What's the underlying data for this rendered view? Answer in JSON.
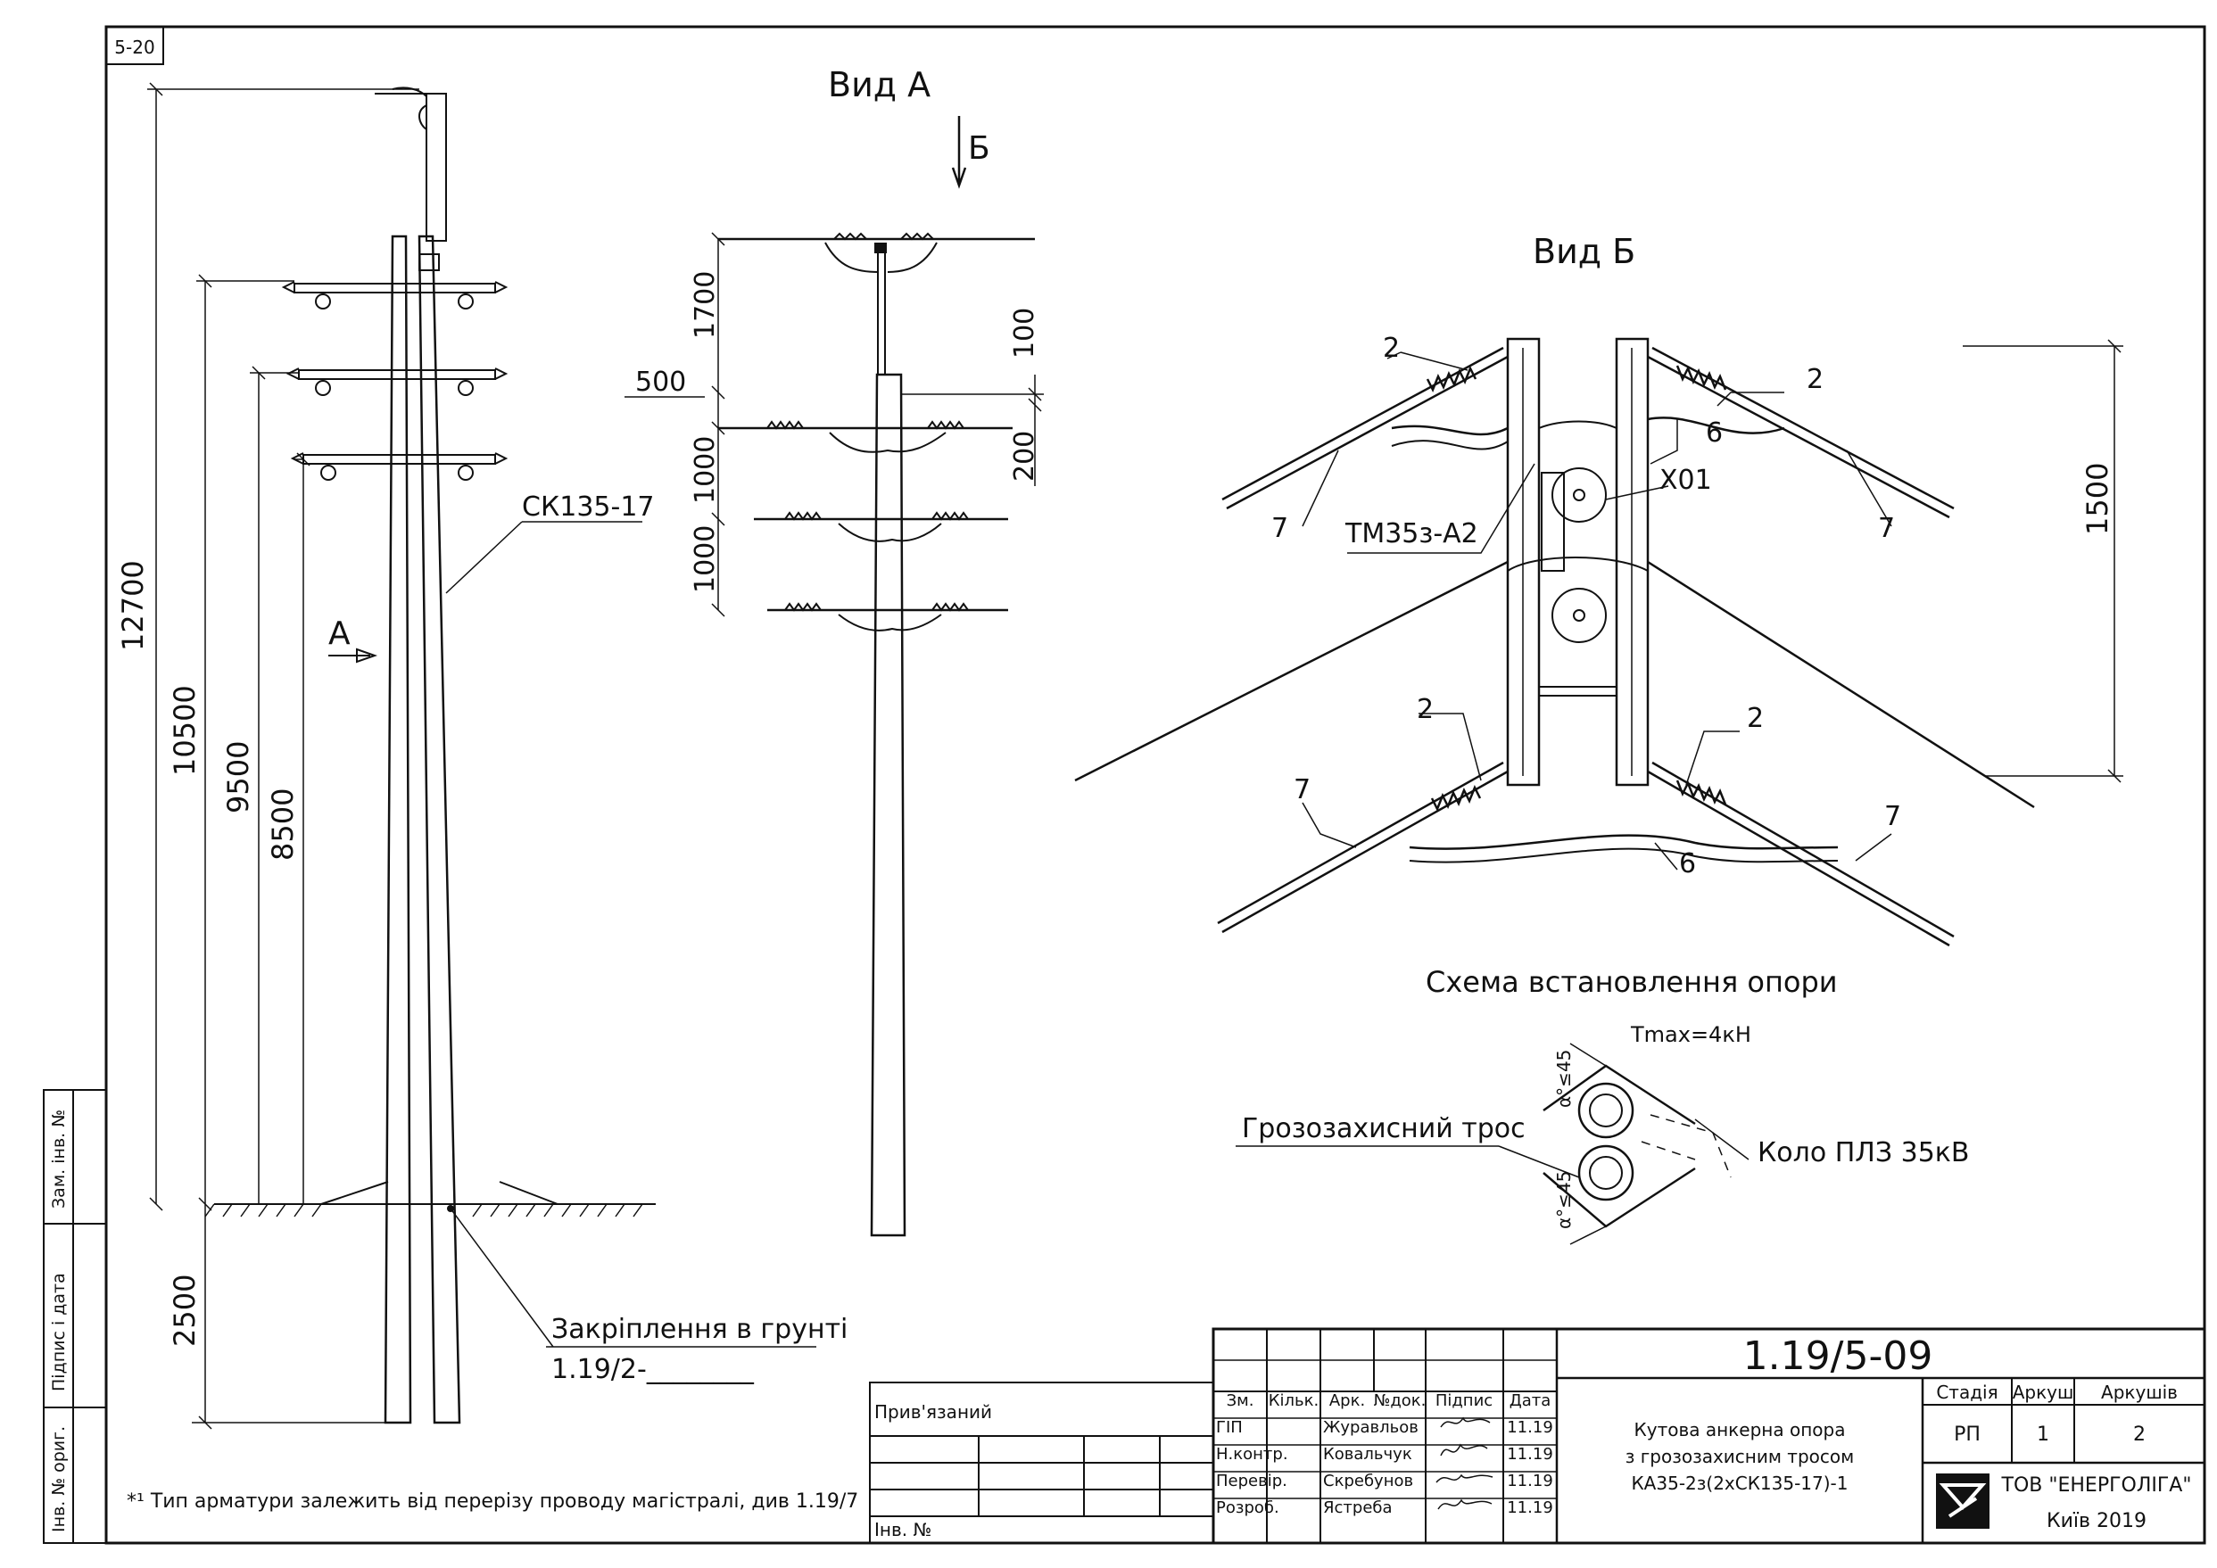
{
  "sheet": {
    "page_ref": "5-20"
  },
  "side_stamp": {
    "substitute_inv": "Зам. інв. №",
    "sign_date": "Підпис і дата",
    "inv_orig": "Інв. № ориг."
  },
  "left_view": {
    "dim_total": "12700",
    "dim_1": "10500",
    "dim_2": "9500",
    "dim_3": "8500",
    "dim_ground": "2500",
    "pole_label": "СК135-17",
    "view_arrow": "А",
    "foundation_label": "Закріплення в грунті",
    "foundation_ref": "1.19/2-________"
  },
  "view_a": {
    "title": "Вид А",
    "arrow_label": "Б",
    "dim_1700": "1700",
    "dim_500": "500",
    "dim_1000a": "1000",
    "dim_1000b": "1000",
    "dim_100": "100",
    "dim_200": "200"
  },
  "view_b": {
    "title": "Вид Б",
    "callouts": [
      "2",
      "2",
      "2",
      "2",
      "6",
      "6",
      "7",
      "7",
      "7",
      "7"
    ],
    "label_x01": "Х01",
    "label_tm": "ТМ35з-А2",
    "dim_1500": "1500"
  },
  "scheme": {
    "title": "Схема встановлення опори",
    "tmax": "Tmax=4кН",
    "angle_1": "α°≤45",
    "angle_2": "α°≤45",
    "label_rope": "Грозозахисний трос",
    "label_line": "Коло ПЛЗ 35кВ"
  },
  "footnote": "*¹ Тип арматури залежить від перерізу проводу магістралі, див 1.19/7",
  "approval": {
    "attached": "Прив'язаний",
    "inv_no": "Інв. №"
  },
  "title_block": {
    "doc_code": "1.19/5-09",
    "headers": [
      "Зм.",
      "Кільк.",
      "Арк.",
      "№док.",
      "Підпис",
      "Дата"
    ],
    "rows": [
      {
        "role": "ГІП",
        "name": "Журавльов",
        "date": "11.19"
      },
      {
        "role": "Н.контр.",
        "name": "Ковальчук",
        "date": "11.19"
      },
      {
        "role": "Перевір.",
        "name": "Скребунов",
        "date": "11.19"
      },
      {
        "role": "Розроб.",
        "name": "Ястреба",
        "date": "11.19"
      }
    ],
    "description": [
      "Кутова анкерна опора",
      "з грозозахисним тросом",
      "КА35-2з(2хСК135-17)-1"
    ],
    "stage_header": "Стадія",
    "sheet_header": "Аркуш",
    "sheets_header": "Аркушів",
    "stage": "РП",
    "sheet": "1",
    "sheets": "2",
    "company": "ТОВ \"ЕНЕРГОЛІГА\"",
    "city_year": "Київ 2019"
  }
}
